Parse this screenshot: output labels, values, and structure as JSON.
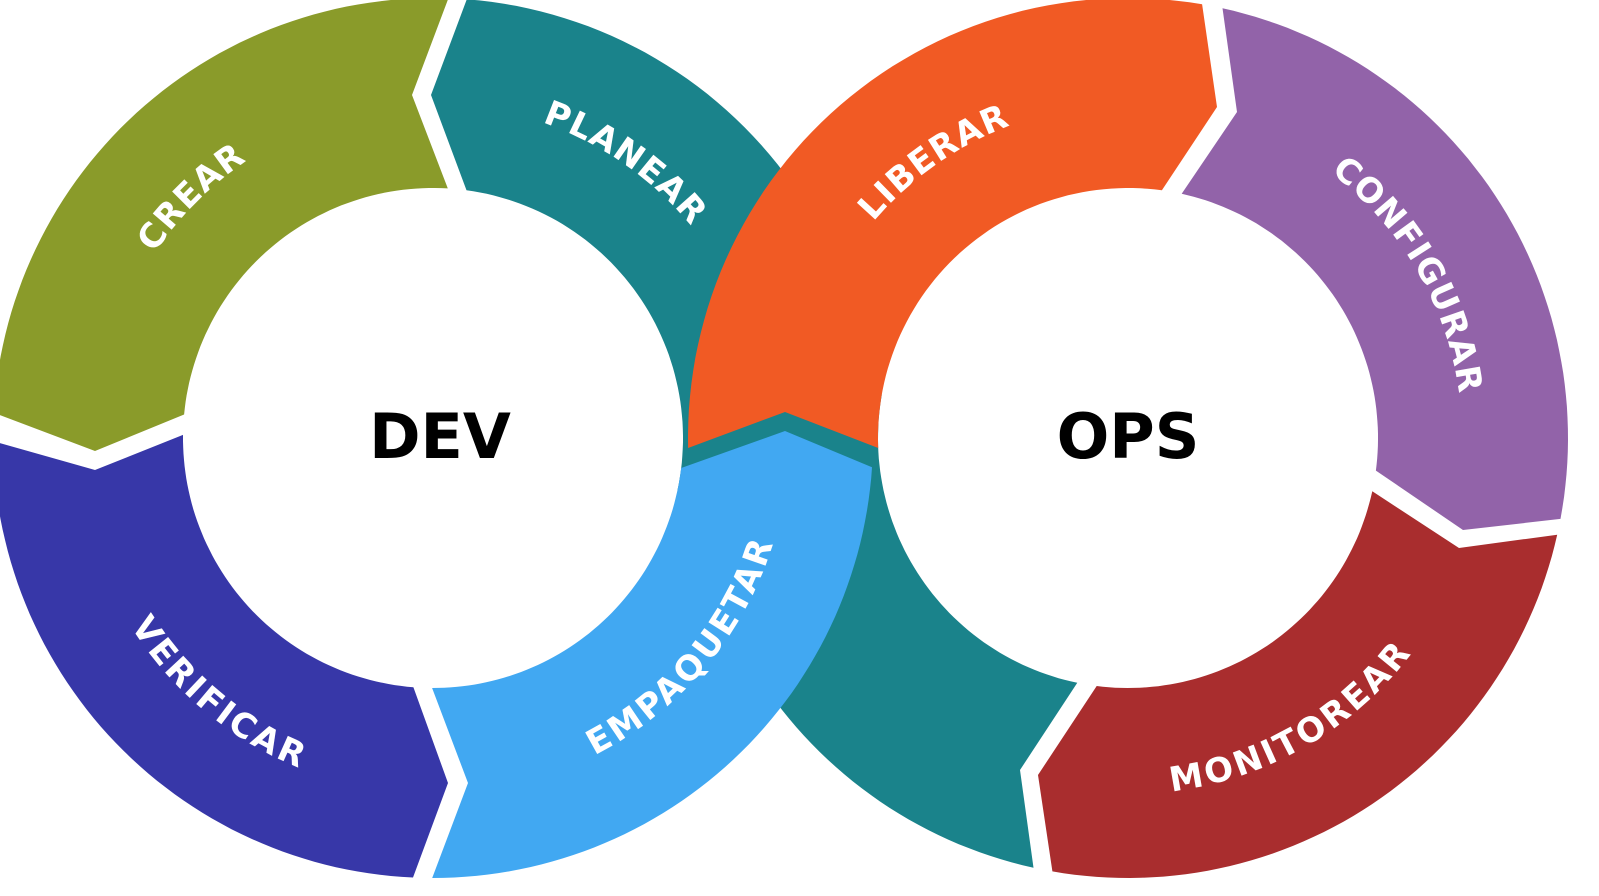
{
  "diagram": {
    "left_title": "DEV",
    "right_title": "OPS",
    "stages": {
      "crear": {
        "label": "CREAR",
        "color": "#8A9B2A"
      },
      "planear": {
        "label": "PLANEAR",
        "color": "#1A838B"
      },
      "verificar": {
        "label": "VERIFICAR",
        "color": "#3737A8"
      },
      "empaquetar": {
        "label": "EMPAQUETAR",
        "color": "#41A8F2"
      },
      "liberar": {
        "label": "LIBERAR",
        "color": "#F15A24"
      },
      "configurar": {
        "label": "CONFIGURAR",
        "color": "#9263A9"
      },
      "monitorear": {
        "label": "MONITOREAR",
        "color": "#A92D2E"
      }
    }
  }
}
